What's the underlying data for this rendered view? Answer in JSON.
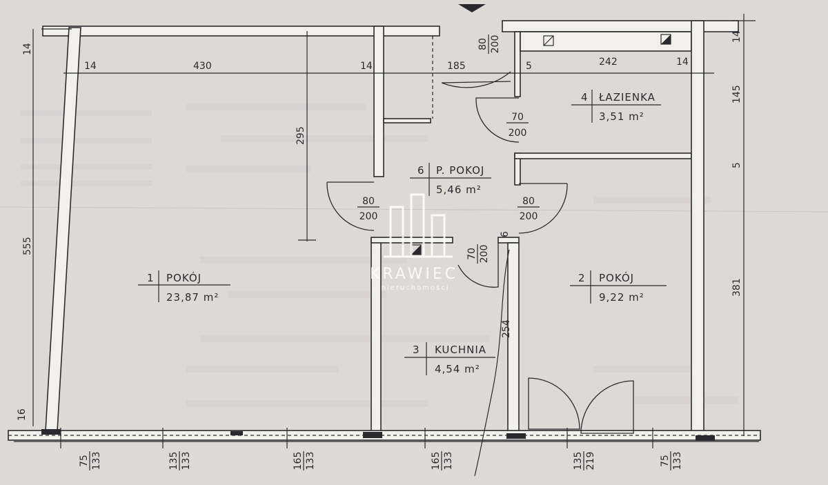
{
  "rooms": [
    {
      "number": "1",
      "name": "POKÓJ",
      "area": "23,87 m²"
    },
    {
      "number": "2",
      "name": "POKÓJ",
      "area": "9,22 m²"
    },
    {
      "number": "3",
      "name": "KUCHNIA",
      "area": "4,54 m²"
    },
    {
      "number": "4",
      "name": "ŁAZIENKA",
      "area": "3,51 m²"
    },
    {
      "number": "6",
      "name": "P. POKOJ",
      "area": "5,46 m²"
    }
  ],
  "doors": {
    "entrance": {
      "width": "80",
      "height": "200"
    },
    "bathroom": {
      "width": "70",
      "height": "200"
    },
    "room1": {
      "width": "80",
      "height": "200"
    },
    "room2": {
      "width": "80",
      "height": "200"
    },
    "kitchen": {
      "width": "70",
      "height": "200"
    }
  },
  "dimensions": {
    "top_wall_left": "14",
    "top_wall_right": "14",
    "left_wall": "14",
    "room1_width": "430",
    "partition_1": "14",
    "corridor_width": "185",
    "partition_2": "5",
    "bath_width": "242",
    "partition_3": "14",
    "room1_depth": "295",
    "left_height": "555",
    "bottom_left": "16",
    "right_bath": "145",
    "right_partition": "5",
    "right_room2": "381",
    "kitchen_depth": "254",
    "kitchen_wall": "6"
  },
  "windows": [
    {
      "top": "75",
      "bottom": "133"
    },
    {
      "top": "135",
      "bottom": "133"
    },
    {
      "top": "165",
      "bottom": "133"
    },
    {
      "top": "165",
      "bottom": "133"
    },
    {
      "top": "135",
      "bottom": "219"
    },
    {
      "top": "75",
      "bottom": "133"
    }
  ],
  "watermark": {
    "brand": "KRAWIEC",
    "tagline": "nieruchomości"
  },
  "colors": {
    "paper": "#ddd9d6",
    "ink": "#2a2a2e",
    "wall_fill": "#f2f0ed"
  }
}
